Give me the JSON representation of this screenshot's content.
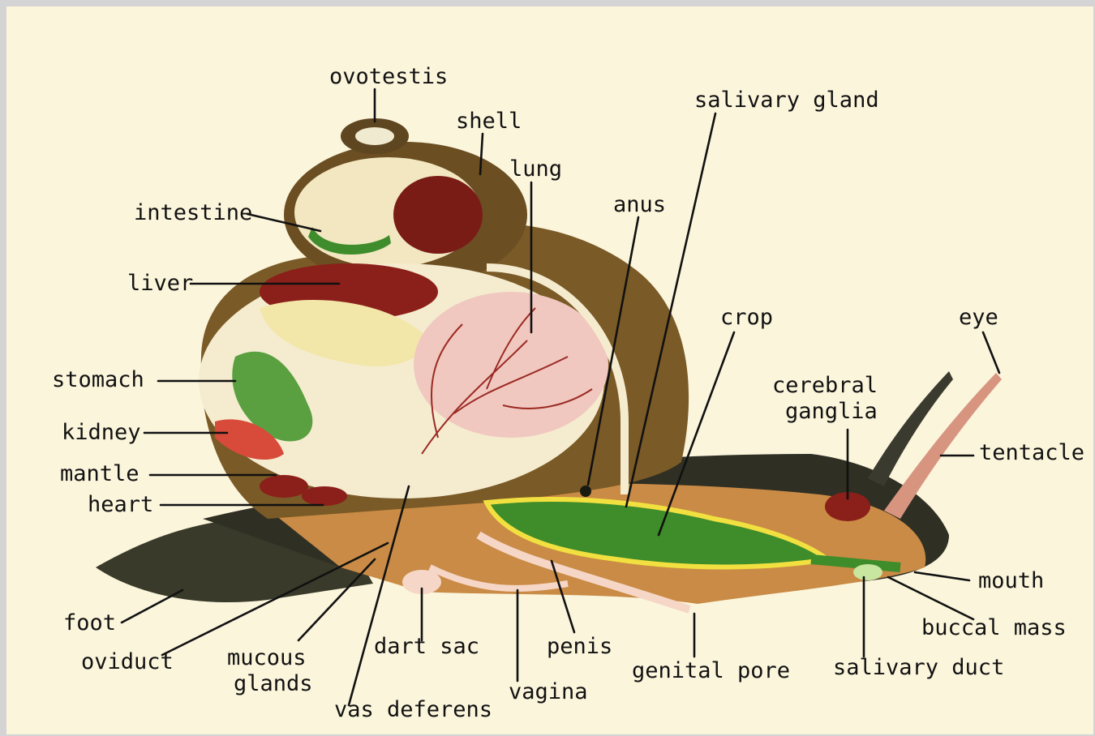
{
  "labels": {
    "ovotestis": "ovotestis",
    "shell": "shell",
    "lung": "lung",
    "salivary_gland": "salivary gland",
    "anus": "anus",
    "intestine": "intestine",
    "liver": "liver",
    "crop": "crop",
    "eye": "eye",
    "stomach": "stomach",
    "cerebral_ganglia_1": "cerebral",
    "cerebral_ganglia_2": "ganglia",
    "kidney": "kidney",
    "tentacle": "tentacle",
    "mantle": "mantle",
    "heart": "heart",
    "mouth": "mouth",
    "foot": "foot",
    "buccal_mass": "buccal mass",
    "oviduct": "oviduct",
    "mucous_glands_1": "mucous",
    "mucous_glands_2": "glands",
    "dart_sac": "dart sac",
    "penis": "penis",
    "genital_pore": "genital pore",
    "salivary_duct": "salivary duct",
    "vagina": "vagina",
    "vas_deferens": "vas deferens"
  }
}
